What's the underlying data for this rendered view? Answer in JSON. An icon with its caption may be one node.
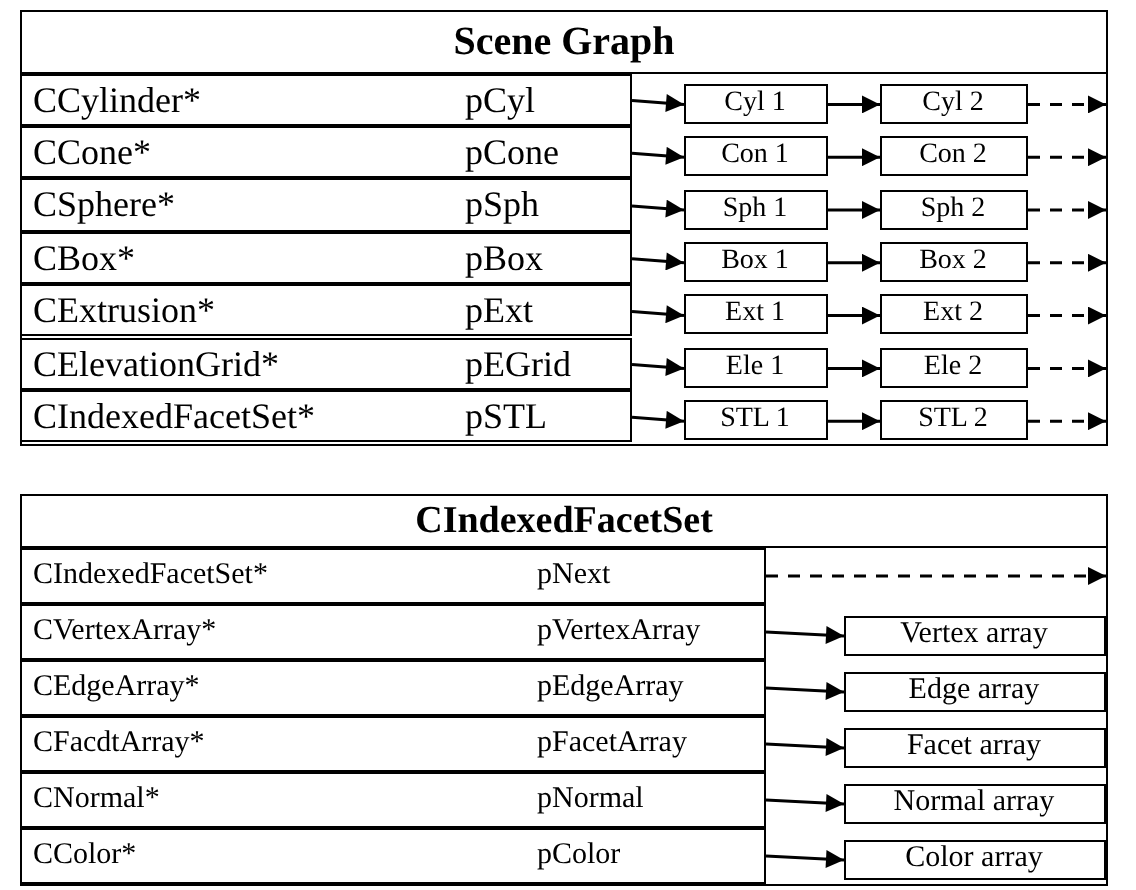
{
  "diagram": {
    "nodes": [
      {
        "text": [
          "Scene Graph"
        ]
      },
      {
        "text": [
          "CCylinder*",
          "pCyl"
        ],
        "in": 0
      },
      {
        "text": [
          "CCone*",
          "pCone"
        ],
        "in": 0
      },
      {
        "text": [
          "CSphere*",
          "pSph"
        ],
        "in": 0
      },
      {
        "text": [
          "CBox*",
          "pBox"
        ],
        "in": 0
      },
      {
        "text": [
          "CExtrusion*",
          "pExt"
        ],
        "in": 0
      },
      {
        "text": [
          "CElevationGrid*",
          "pEGrid"
        ],
        "in": 0
      },
      {
        "text": [
          "CIndexedFacetSet*",
          "pSTL"
        ],
        "in": 0
      },
      {
        "text": [
          "Cyl 1"
        ],
        "in": 0
      },
      {
        "text": [
          "Cyl 2"
        ],
        "in": 0
      },
      {
        "text": [
          "Con 1"
        ],
        "in": 0
      },
      {
        "text": [
          "Con 2"
        ],
        "in": 0
      },
      {
        "text": [
          "Sph 1"
        ],
        "in": 0
      },
      {
        "text": [
          "Sph 2"
        ],
        "in": 0
      },
      {
        "text": [
          "Box 1"
        ],
        "in": 0
      },
      {
        "text": [
          "Box 2"
        ],
        "in": 0
      },
      {
        "text": [
          "Ext 1"
        ],
        "in": 0
      },
      {
        "text": [
          "Ext 2"
        ],
        "in": 0
      },
      {
        "text": [
          "Ele 1"
        ],
        "in": 0
      },
      {
        "text": [
          "Ele 2"
        ],
        "in": 0
      },
      {
        "text": [
          "STL 1"
        ],
        "in": 0
      },
      {
        "text": [
          "STL 2"
        ],
        "in": 0
      },
      {
        "text": [
          "CIndexedFacetSet"
        ]
      },
      {
        "text": [
          "CIndexedFacetSet*",
          "pNext"
        ],
        "in": 22
      },
      {
        "text": [
          "CVertexArray*",
          "pVertexArray"
        ],
        "in": 22
      },
      {
        "text": [
          "CEdgeArray*",
          "pEdgeArray"
        ],
        "in": 22
      },
      {
        "text": [
          "CFacdtArray*",
          "pFacetArray"
        ],
        "in": 22
      },
      {
        "text": [
          "CNormal*",
          "pNormal"
        ],
        "in": 22
      },
      {
        "text": [
          "CColor*",
          "pColor"
        ],
        "in": 22
      },
      {
        "text": [
          "Vertex array"
        ],
        "in": 22
      },
      {
        "text": [
          "Edge array"
        ],
        "in": 22
      },
      {
        "text": [
          "Facet array"
        ],
        "in": 22
      },
      {
        "text": [
          "Normal array"
        ],
        "in": 22
      },
      {
        "text": [
          "Color array"
        ],
        "in": 22
      }
    ],
    "edges": [
      {
        "from": 1,
        "to": 8,
        "arrow": "to"
      },
      {
        "from": 8,
        "to": 9,
        "arrow": "to"
      },
      {
        "from": 9,
        "to": 0,
        "arrow": "to",
        "style": "dashed"
      },
      {
        "from": 2,
        "to": 10,
        "arrow": "to"
      },
      {
        "from": 10,
        "to": 11,
        "arrow": "to"
      },
      {
        "from": 11,
        "to": 0,
        "arrow": "to",
        "style": "dashed"
      },
      {
        "from": 3,
        "to": 12,
        "arrow": "to"
      },
      {
        "from": 12,
        "to": 13,
        "arrow": "to"
      },
      {
        "from": 13,
        "to": 0,
        "arrow": "to",
        "style": "dashed"
      },
      {
        "from": 4,
        "to": 14,
        "arrow": "to"
      },
      {
        "from": 14,
        "to": 15,
        "arrow": "to"
      },
      {
        "from": 15,
        "to": 0,
        "arrow": "to",
        "style": "dashed"
      },
      {
        "from": 5,
        "to": 16,
        "arrow": "to"
      },
      {
        "from": 16,
        "to": 17,
        "arrow": "to"
      },
      {
        "from": 17,
        "to": 0,
        "arrow": "to",
        "style": "dashed"
      },
      {
        "from": 6,
        "to": 18,
        "arrow": "to"
      },
      {
        "from": 18,
        "to": 19,
        "arrow": "to"
      },
      {
        "from": 19,
        "to": 0,
        "arrow": "to",
        "style": "dashed"
      },
      {
        "from": 7,
        "to": 20,
        "arrow": "to"
      },
      {
        "from": 20,
        "to": 21,
        "arrow": "to"
      },
      {
        "from": 21,
        "to": 0,
        "arrow": "to",
        "style": "dashed"
      },
      {
        "from": 23,
        "to": 22,
        "arrow": "to",
        "style": "dashed"
      },
      {
        "from": 24,
        "to": 29,
        "arrow": "to"
      },
      {
        "from": 25,
        "to": 30,
        "arrow": "to"
      },
      {
        "from": 26,
        "to": 31,
        "arrow": "to"
      },
      {
        "from": 27,
        "to": 32,
        "arrow": "to"
      },
      {
        "from": 28,
        "to": 33,
        "arrow": "to"
      }
    ]
  }
}
